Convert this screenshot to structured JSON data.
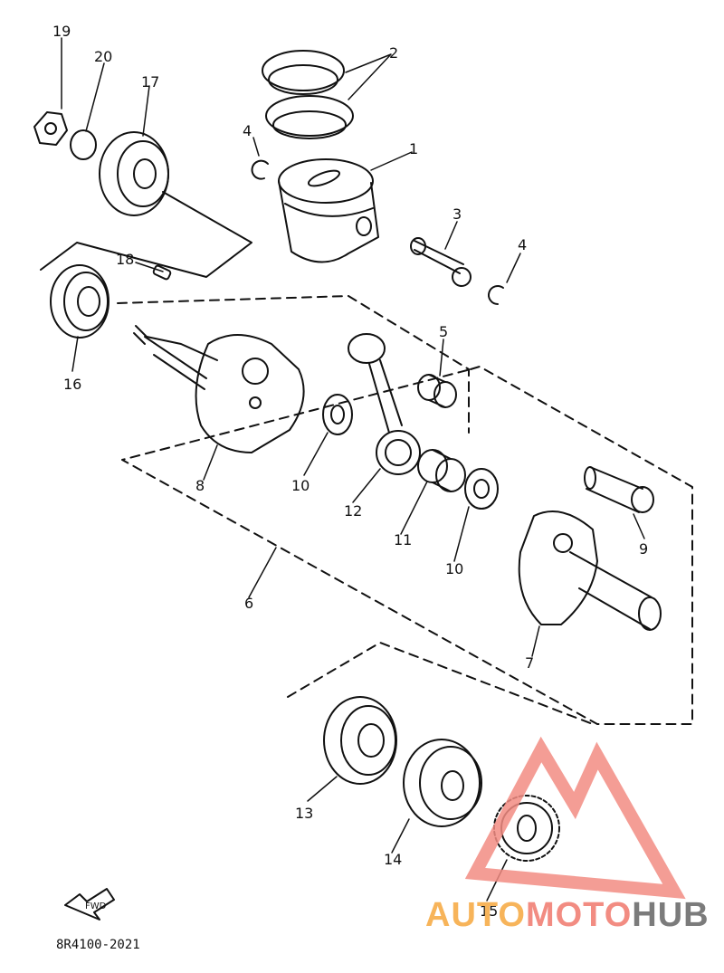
{
  "diagram": {
    "code": "8R4100-2021",
    "fwd_label": "FWD",
    "callouts": {
      "c1": "1",
      "c2": "2",
      "c3": "3",
      "c4a": "4",
      "c4b": "4",
      "c5": "5",
      "c6": "6",
      "c7": "7",
      "c8": "8",
      "c9": "9",
      "c10a": "10",
      "c10b": "10",
      "c11": "11",
      "c12": "12",
      "c13": "13",
      "c14": "14",
      "c15": "15",
      "c16": "16",
      "c17": "17",
      "c18": "18",
      "c19": "19",
      "c20": "20"
    }
  },
  "watermark": {
    "part1": "AUTO",
    "part2": "MOTO",
    "part3": "HUB",
    "colors": {
      "triangle": "#f28c82",
      "auto": "#f7b45a",
      "moto": "#f28c82",
      "hub": "#7b7b7b"
    }
  }
}
